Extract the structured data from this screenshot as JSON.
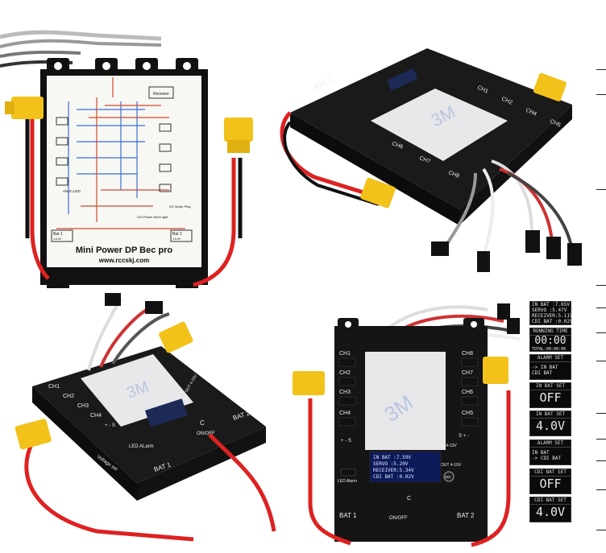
{
  "panel1": {
    "board_title": "Mini Power DP Bec pro",
    "website": "www.rccskj.com",
    "receiver_label": "Receiver",
    "alarm_led_label": "Alarm LED",
    "gas_label": "GS Spark Plug",
    "cdi_label": "CDI Power Work light",
    "bat1_label": "Bat 1",
    "bat1_range": "4.8-9V",
    "bat2_label": "Bat 2",
    "bat2_range": "4.8-9V"
  },
  "panel2": {
    "bat_label": "BAT 2",
    "channels": [
      "CH1",
      "CH2",
      "CH4",
      "CH5",
      "CH6",
      "CH7",
      "CH8"
    ],
    "sticker_text": "3M"
  },
  "panel3": {
    "channels": [
      "CH1",
      "CH2",
      "CH3",
      "CH4"
    ],
    "plus_s": "+ - S",
    "led_alarm": "LED ALarm",
    "voltage_set": "Voltage set",
    "bat1": "BAT 1",
    "bat2": "BAT 2",
    "on_off": "ON/OFF",
    "c_label": "C",
    "out_label": "OUT 4-15V",
    "sticker_text": "3M"
  },
  "panel4": {
    "channels_left": [
      "CH1",
      "CH2",
      "CH3",
      "CH4"
    ],
    "channels_right": [
      "CH8",
      "CH7",
      "CH6",
      "CH5"
    ],
    "plus_s_left": "+ - S",
    "plus_s_right": "S + -",
    "in_label": "IN 4-13V",
    "out_label": "OUT 4-15V",
    "led_alarm": "LED Alarm",
    "set_label": "Set",
    "bat1": "BAT 1",
    "bat2": "BAT 2",
    "on_off": "ON/OFF",
    "c_label": "C",
    "sticker_text": "3M",
    "lcd_lines": [
      "IN BAT  :7.59V",
      "SERVO   :5.20V",
      "RECEIVER:5.34V",
      "CDI BAT :0.02V"
    ]
  },
  "screens": [
    {
      "type": "lines",
      "lines": [
        "IN BAT :7.65V",
        "SERVO  :5.47V",
        "RECEIVER:5.11V",
        "CDI BAT :0.02V"
      ]
    },
    {
      "type": "timer",
      "header": "RUNNING TIME",
      "big": "00:00",
      "footer": "TOTAL:00:00:00"
    },
    {
      "type": "menu",
      "header": "ALARM SET",
      "lines": [
        "-> IN  BAT",
        "    CDI BAT"
      ]
    },
    {
      "type": "value",
      "header": "IN BAT SET",
      "big": "OFF"
    },
    {
      "type": "value",
      "header": "IN BAT SET",
      "big": "4.0V"
    },
    {
      "type": "menu",
      "header": "ALARM SET",
      "lines": [
        "    IN  BAT",
        "-> CDI BAT"
      ]
    },
    {
      "type": "value",
      "header": "CDI BAT SET",
      "big": "OFF"
    },
    {
      "type": "value",
      "header": "CDI BAT SET",
      "big": "4.0V"
    }
  ]
}
